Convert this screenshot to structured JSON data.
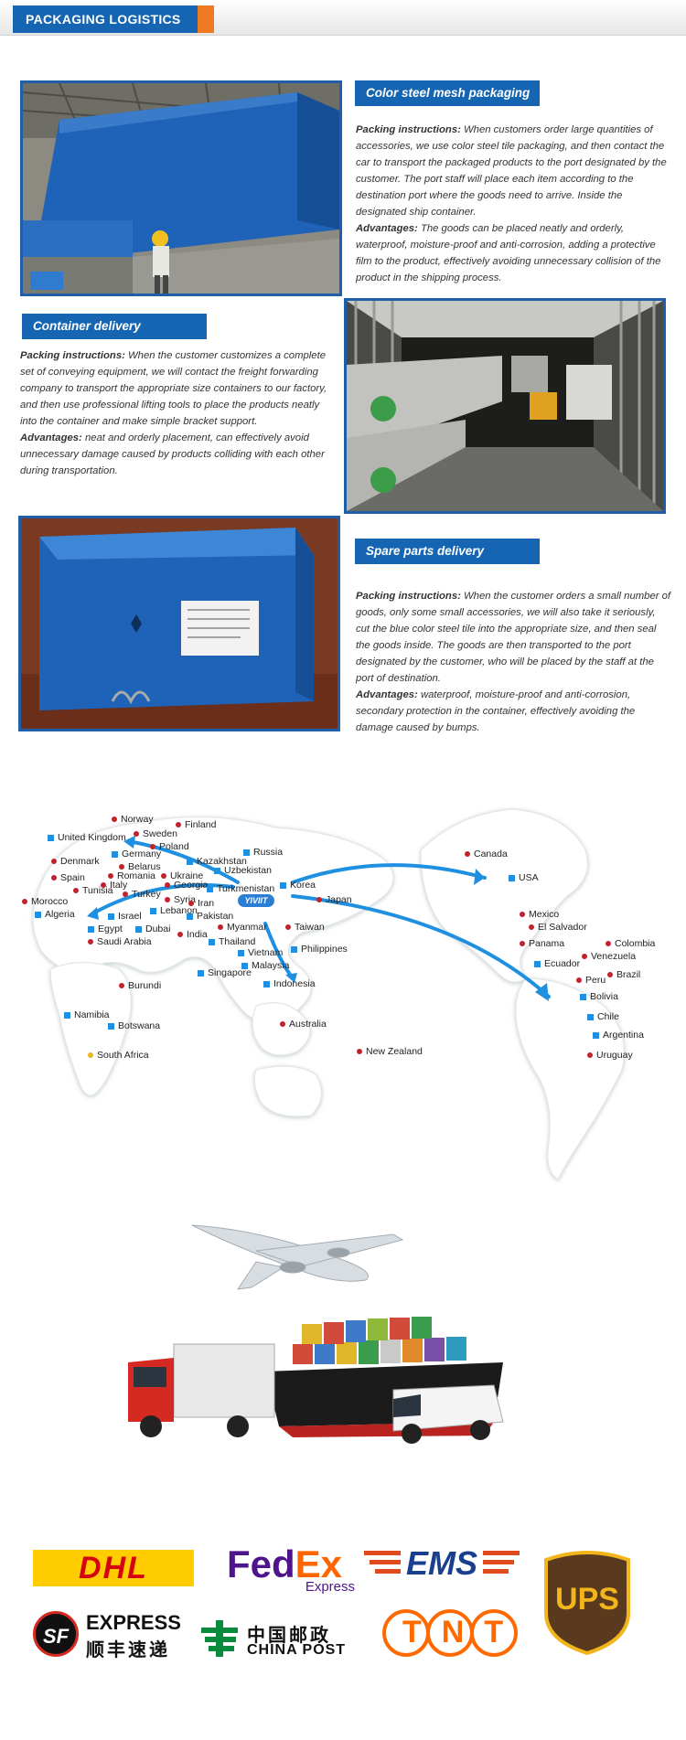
{
  "header": {
    "title": "PACKAGING LOGISTICS"
  },
  "sections": [
    {
      "label": "Color steel mesh packaging",
      "instructions_label": "Packing instructions:",
      "instructions": " When customers order large quantities of accessories, we use color steel tile packaging, and then contact the car to transport the packaged products to the port designated by the customer. The port staff will place each item according to the destination port where the goods need to arrive. Inside the designated ship container.",
      "advantages_label": "Advantages:",
      "advantages": " The goods can be placed neatly and orderly, waterproof, moisture-proof and anti-corrosion, adding a protective film to the product, effectively avoiding unnecessary collision of the product in the shipping process."
    },
    {
      "label": "Container delivery",
      "instructions_label": "Packing instructions:",
      "instructions": " When the customer customizes a complete set of conveying equipment, we will contact the freight forwarding company to transport the appropriate size containers to our factory, and then use professional lifting tools to place the products neatly into the container and make simple bracket support.",
      "advantages_label": "Advantages:",
      "advantages": " neat and orderly placement, can effectively avoid unnecessary damage caused by products colliding with each other during transportation."
    },
    {
      "label": "Spare parts delivery",
      "instructions_label": "Packing instructions:",
      "instructions": " When the customer orders a small number of goods, only some small accessories, we will also take it seriously, cut the blue color steel tile into the appropriate size, and then seal the goods inside. The goods are then transported to the port designated by the customer, who will be placed by the staff at the port of destination.",
      "advantages_label": "Advantages:",
      "advantages": " waterproof, moisture-proof and anti-corrosion, secondary protection in the container, effectively avoiding the damage caused by bumps."
    }
  ],
  "map": {
    "center_logo": "YIVIIT",
    "countries": [
      "Norway",
      "Finland",
      "Sweden",
      "United Kingdom",
      "Poland",
      "Germany",
      "Russia",
      "Denmark",
      "Kazakhstan",
      "Belarus",
      "Uzbekistan",
      "Spain",
      "Romania",
      "Ukraine",
      "Italy",
      "Tunisia",
      "Georgia",
      "Turkmenistan",
      "Korea",
      "Turkey",
      "Morocco",
      "Syria",
      "Iran",
      "Japan",
      "Lebanon",
      "Algeria",
      "Israel",
      "Pakistan",
      "Egypt",
      "Dubai",
      "India",
      "Myanmar",
      "Taiwan",
      "Saudi Arabia",
      "Thailand",
      "Vietnam",
      "Philippines",
      "Malaysia",
      "Singapore",
      "Indonesia",
      "Burundi",
      "Namibia",
      "Botswana",
      "Australia",
      "South Africa",
      "New Zealand",
      "Canada",
      "USA",
      "Mexico",
      "El Salvador",
      "Panama",
      "Colombia",
      "Venezuela",
      "Ecuador",
      "Peru",
      "Brazil",
      "Bolivia",
      "Chile",
      "Argentina",
      "Uruguay"
    ]
  },
  "logos": {
    "dhl": "DHL",
    "fedex_fed": "Fed",
    "fedex_ex": "Ex",
    "fedex_express": "Express",
    "ems": "EMS",
    "ups": "UPS",
    "sf_mark": "SF",
    "sf_express": "EXPRESS",
    "sf_cn": "顺丰速递",
    "chinapost_cn": "中国邮政",
    "chinapost_en": "CHINA POST",
    "tnt": "TNT"
  },
  "colors": {
    "accent_blue": "#1565b3",
    "accent_orange": "#f07a22",
    "border_blue": "#1e5fa8"
  }
}
